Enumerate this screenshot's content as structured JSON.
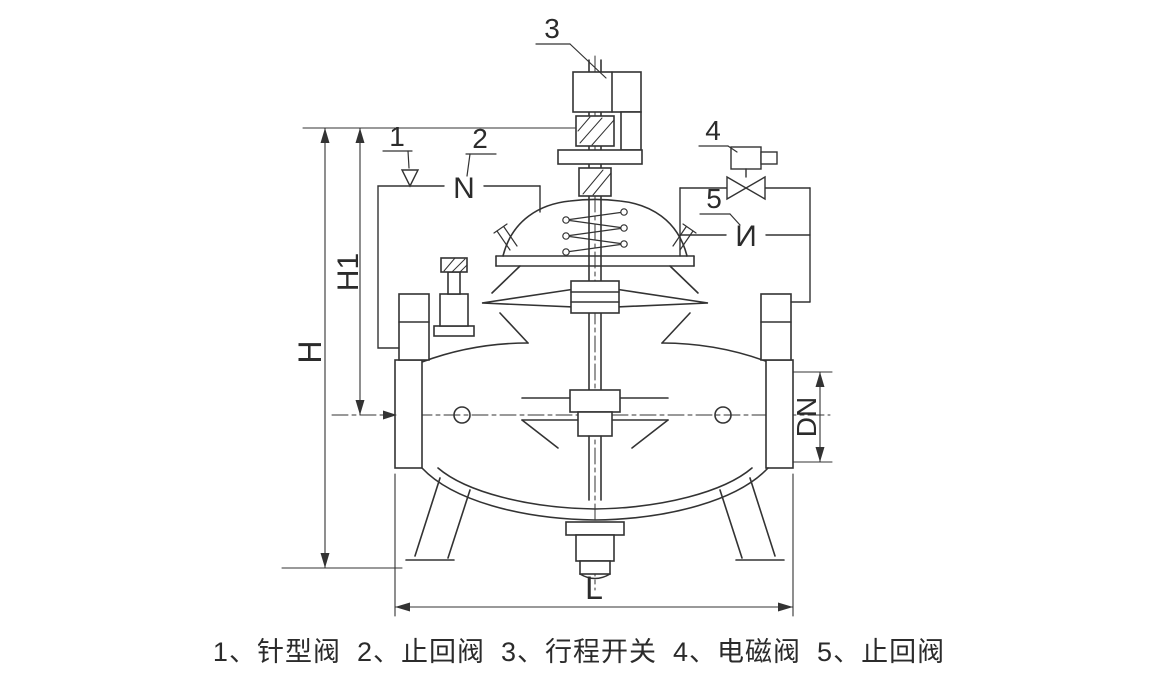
{
  "callouts": {
    "c1": "1",
    "c2": "2",
    "c3": "3",
    "c4": "4",
    "c5": "5"
  },
  "symbols": {
    "check_valve_left": "N",
    "check_valve_right": "И"
  },
  "dimensions": {
    "height_total": "H",
    "height_upper": "H1",
    "nominal_diameter": "DN",
    "length": "L"
  },
  "legend": {
    "items": [
      {
        "label": "1、针型阀"
      },
      {
        "label": "2、止回阀"
      },
      {
        "label": "3、行程开关"
      },
      {
        "label": "4、电磁阀"
      },
      {
        "label": "5、止回阀"
      }
    ]
  },
  "colors": {
    "line": "#333333",
    "background": "#ffffff"
  }
}
